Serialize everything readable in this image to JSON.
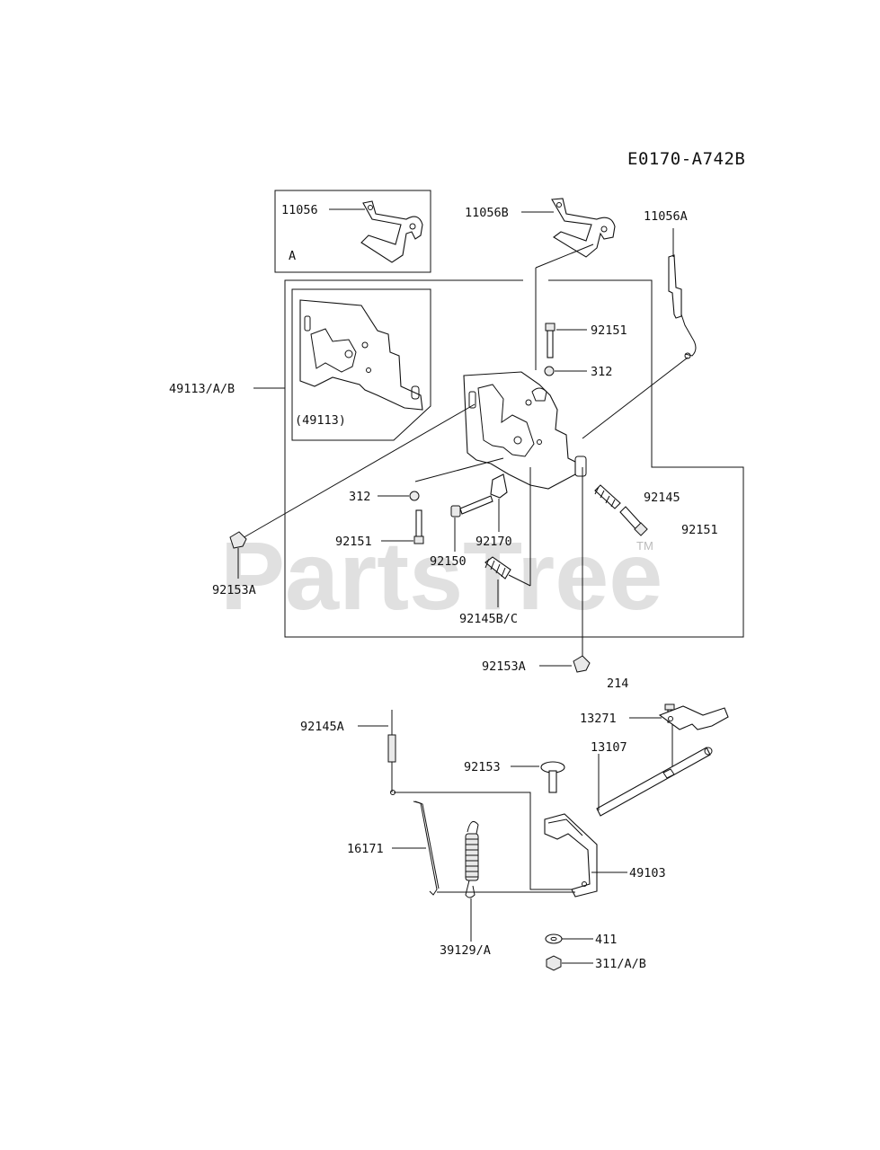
{
  "diagram_code": "E0170-A742B",
  "watermark": {
    "text": "PartsTree",
    "trademark": "TM"
  },
  "inset_a": {
    "part": "11056",
    "caption": "A"
  },
  "inset_49113": {
    "caption": "(49113)"
  },
  "labels": {
    "p11056B": "11056B",
    "p11056A": "11056A",
    "p49113AB": "49113/A/B",
    "p92151_top": "92151",
    "p312_top": "312",
    "p312_left": "312",
    "p92145": "92145",
    "p92151_right": "92151",
    "p92151_left": "92151",
    "p92170": "92170",
    "p92150": "92150",
    "p92153A_left": "92153A",
    "p92145BC": "92145B/C",
    "p92153A_bottom": "92153A",
    "p214": "214",
    "p13271": "13271",
    "p92145A": "92145A",
    "p13107": "13107",
    "p92153": "92153",
    "p16171": "16171",
    "p49103": "49103",
    "p39129A": "39129/A",
    "p411": "411",
    "p311AB": "311/A/B"
  }
}
